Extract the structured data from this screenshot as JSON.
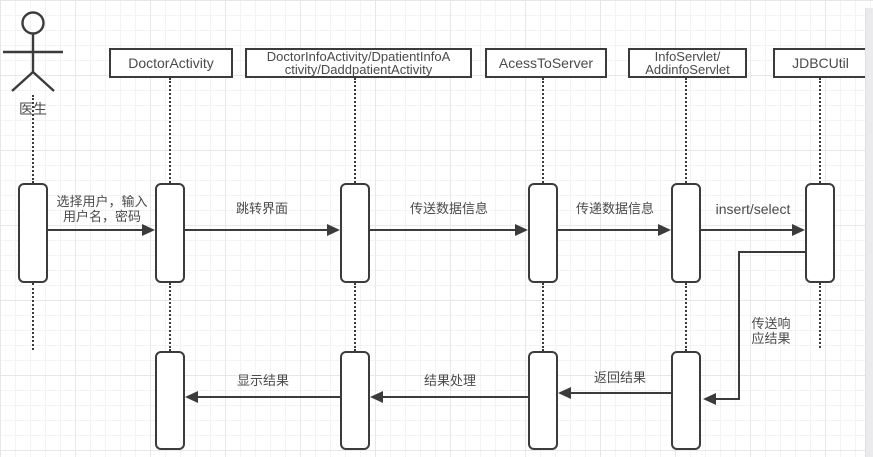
{
  "colors": {
    "line": "#3b3b3b",
    "text": "#4a4a4a",
    "background": "#ffffff"
  },
  "actor": {
    "label": "医生"
  },
  "lifelines": [
    {
      "lines": [
        "DoctorActivity"
      ]
    },
    {
      "lines": [
        "DoctorInfoActivity/DpatientInfoA",
        "ctivity/DaddpatientActivity"
      ]
    },
    {
      "lines": [
        "AcessToServer"
      ]
    },
    {
      "lines": [
        "InfoServlet/",
        "AddinfoServlet"
      ]
    },
    {
      "lines": [
        "JDBCUtil"
      ]
    }
  ],
  "messages": [
    {
      "lines": [
        "选择用户，输入",
        "用户名，密码"
      ],
      "direction": "right"
    },
    {
      "lines": [
        "跳转界面"
      ],
      "direction": "right"
    },
    {
      "lines": [
        "传送数据信息"
      ],
      "direction": "right"
    },
    {
      "lines": [
        "传递数据信息"
      ],
      "direction": "right"
    },
    {
      "lines": [
        "insert/select"
      ],
      "direction": "right"
    },
    {
      "lines": [
        "传送响",
        "应结果"
      ],
      "direction": "elbow-left"
    },
    {
      "lines": [
        "返回结果"
      ],
      "direction": "left"
    },
    {
      "lines": [
        "结果处理"
      ],
      "direction": "left"
    },
    {
      "lines": [
        "显示结果"
      ],
      "direction": "left"
    }
  ]
}
